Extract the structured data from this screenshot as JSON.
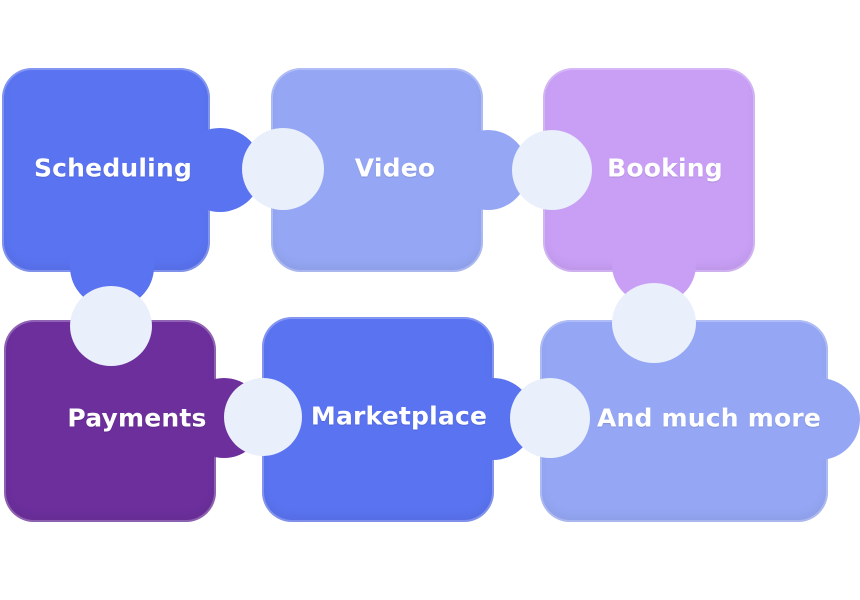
{
  "pieces": [
    {
      "id": "scheduling",
      "label": "Scheduling",
      "color": "#5a73f0"
    },
    {
      "id": "video",
      "label": "Video",
      "color": "#95a7f4"
    },
    {
      "id": "booking",
      "label": "Booking",
      "color": "#c89ff5"
    },
    {
      "id": "payments",
      "label": "Payments",
      "color": "#6c2f9c"
    },
    {
      "id": "marketplace",
      "label": "Marketplace",
      "color": "#5a73f0"
    },
    {
      "id": "more",
      "label": "And much more",
      "color": "#95a7f4"
    }
  ],
  "hole_color": "#e9effb"
}
